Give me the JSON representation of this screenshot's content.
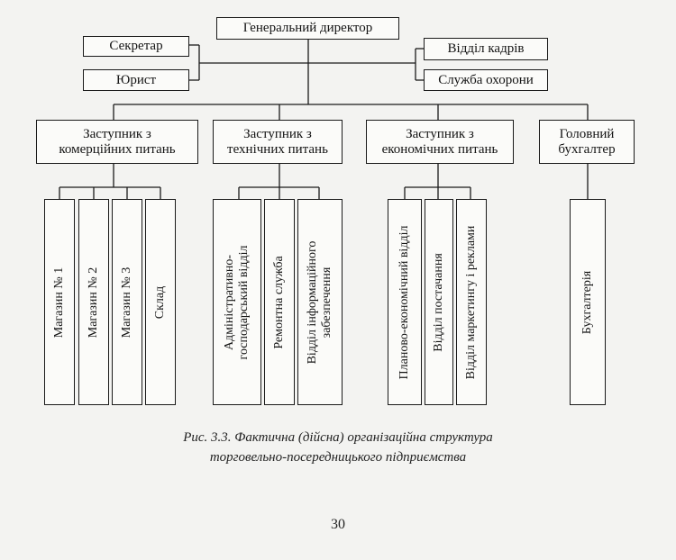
{
  "org_chart": {
    "director": "Генеральний директор",
    "staff_left": [
      "Секретар",
      "Юрист"
    ],
    "staff_right": [
      "Відділ кадрів",
      "Служба охорони"
    ],
    "deputies": [
      {
        "title": [
          "Заступник з",
          "комерційних питань"
        ],
        "units": [
          [
            "Магазин № 1"
          ],
          [
            "Магазин № 2"
          ],
          [
            "Магазин № 3"
          ],
          [
            "Склад"
          ]
        ]
      },
      {
        "title": [
          "Заступник з",
          "технічних питань"
        ],
        "units": [
          [
            "Адміністративно-",
            "господарський відділ"
          ],
          [
            "Ремонтна служба"
          ],
          [
            "Відділ інформаційного",
            "забезпечення"
          ]
        ]
      },
      {
        "title": [
          "Заступник з",
          "економічних питань"
        ],
        "units": [
          [
            "Планово-економічний відділ"
          ],
          [
            "Відділ постачання"
          ],
          [
            "Відділ маркетингу і реклами"
          ]
        ]
      },
      {
        "title": [
          "Головний",
          "бухгалтер"
        ],
        "units": [
          [
            "Бухгалтерія"
          ]
        ]
      }
    ]
  },
  "caption": {
    "line1": "Рис. 3.3. Фактична (дійсна) організаційна структура",
    "line2": "торговельно-посередницького підприємства"
  },
  "page_number": "30"
}
